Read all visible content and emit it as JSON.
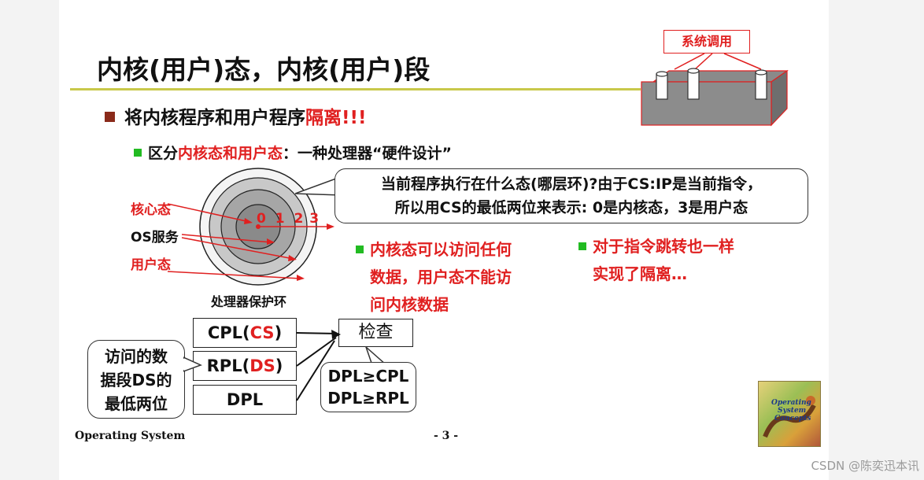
{
  "syscall": {
    "label": "系统调用"
  },
  "title": "内核(用户)态，内核(用户)段",
  "bullet1": {
    "text": "将内核程序和用户程序",
    "highlight": "隔离!!!"
  },
  "bullet2": {
    "prefix": "区分",
    "highlight": "内核态和用户态",
    "suffix": "：一种处理器“硬件设计”"
  },
  "rings": {
    "label_core": "核心态",
    "label_os": "OS服务",
    "label_user": "用户态",
    "numbers": [
      "0",
      "1",
      "2",
      "3"
    ],
    "caption": "处理器保护环"
  },
  "callout": {
    "line1": "当前程序执行在什么态(哪层环)?由于CS:IP是当前指令，",
    "line2": "所以用CS的最低两位来表示: 0是内核态，3是用户态"
  },
  "note_kernel": [
    "内核态可以访问任何",
    "数据，用户态不能访",
    "问内核数据"
  ],
  "note_jump": [
    "对于指令跳转也一样",
    "实现了隔离…"
  ],
  "check": {
    "cpl_prefix": "CPL(",
    "cpl_reg": "CS",
    "cpl_suffix": ")",
    "rpl_prefix": "RPL(",
    "rpl_reg": "DS",
    "rpl_suffix": ")",
    "dpl": "DPL",
    "check_label": "检查",
    "rule1": "DPL≥CPL",
    "rule2": "DPL≥RPL"
  },
  "ds_note": [
    "访问的数",
    "据段DS的",
    "最低两位"
  ],
  "footer": {
    "left": "Operating System",
    "page": "- 3 -"
  },
  "book_cover": {
    "line1": "Operating",
    "line2": "System",
    "line3": "Concepts"
  },
  "watermark": "CSDN @陈奕迅本讯",
  "colors": {
    "accent_red": "#e02020",
    "bullet_green": "#22bb22",
    "title_rule": "#c8c84a",
    "bullet_brown": "#8a2a1a"
  }
}
